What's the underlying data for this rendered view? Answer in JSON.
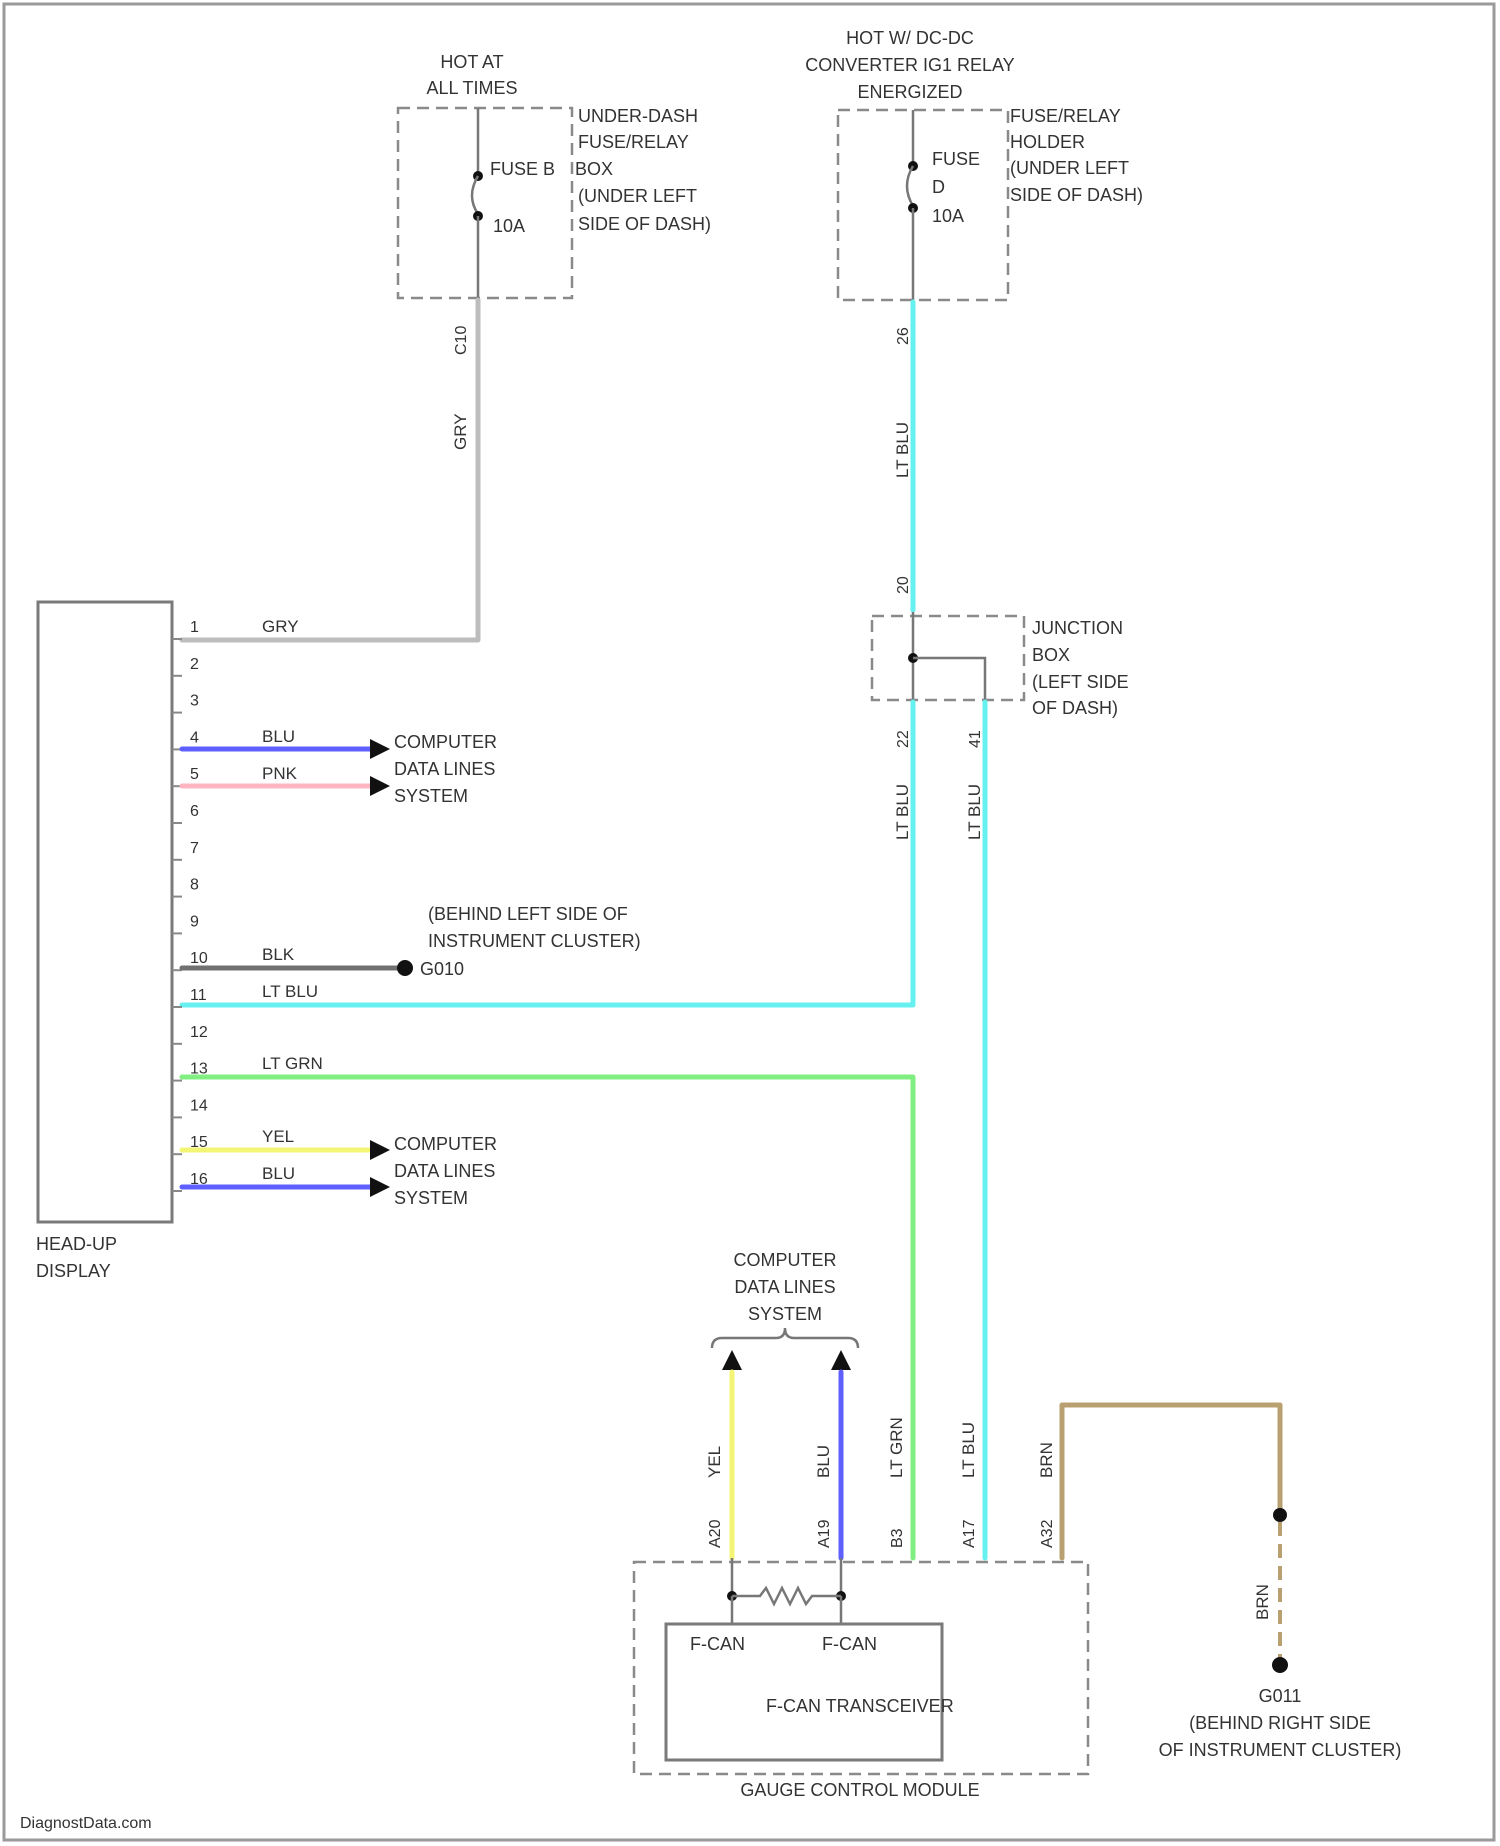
{
  "source_top": {
    "lines": [
      "HOT AT",
      "ALL TIMES"
    ]
  },
  "fuse_a": {
    "holder_lines": [
      "UNDER-DASH",
      "FUSE/RELAY",
      "BOX"
    ],
    "fuse_name": "FUSE B",
    "fuse_rating": "10A",
    "location_lines": [
      "(UNDER LEFT",
      "SIDE OF DASH)"
    ],
    "connector": "C10"
  },
  "source_right": {
    "lines": [
      "HOT W/ DC-DC",
      "CONVERTER IG1 RELAY",
      "ENERGIZED"
    ]
  },
  "fuse_b": {
    "fuse_label": "FUSE",
    "fuse_name": "D",
    "fuse_rating": "10A",
    "holder_lines": [
      "FUSE/RELAY",
      "HOLDER",
      "(UNDER LEFT",
      "SIDE OF DASH)"
    ],
    "pin": "26"
  },
  "junction": {
    "lines": [
      "JUNCTION",
      "BOX",
      "(LEFT SIDE",
      "OF DASH)"
    ],
    "pin_in": "20",
    "pin_out1": "22",
    "pin_out2": "41"
  },
  "hud": {
    "name_lines": [
      "HEAD-UP",
      "DISPLAY"
    ],
    "pins": [
      "1",
      "2",
      "3",
      "4",
      "5",
      "6",
      "7",
      "8",
      "9",
      "10",
      "11",
      "12",
      "13",
      "14",
      "15",
      "16"
    ]
  },
  "wires": {
    "gry": "GRY",
    "blu": "BLU",
    "pnk": "PNK",
    "blk": "BLK",
    "lt_blu": "LT BLU",
    "lt_grn": "LT GRN",
    "yel": "YEL",
    "brn": "BRN"
  },
  "cdl": {
    "lines": [
      "COMPUTER",
      "DATA LINES",
      "SYSTEM"
    ]
  },
  "ground_1": {
    "name": "G010",
    "location_lines": [
      "(BEHIND LEFT SIDE OF",
      "INSTRUMENT CLUSTER)"
    ]
  },
  "ground_2": {
    "name": "G011",
    "location_lines": [
      "(BEHIND RIGHT SIDE",
      "OF INSTRUMENT CLUSTER)"
    ]
  },
  "gcm": {
    "name": "GAUGE CONTROL MODULE",
    "transceiver": "F-CAN TRANSCEIVER",
    "can_label": "F-CAN",
    "pins": [
      "A20",
      "A19",
      "B3",
      "A17",
      "A32"
    ]
  },
  "watermark": "DiagnostData.com",
  "colors": {
    "gry": "#bdbdbd",
    "blu": "#5f5fff",
    "pnk": "#ffb6c1",
    "blk": "#707070",
    "lt_blu": "#66f0f0",
    "lt_grn": "#80ee80",
    "yel": "#f5f575",
    "brn": "#b8a070"
  }
}
